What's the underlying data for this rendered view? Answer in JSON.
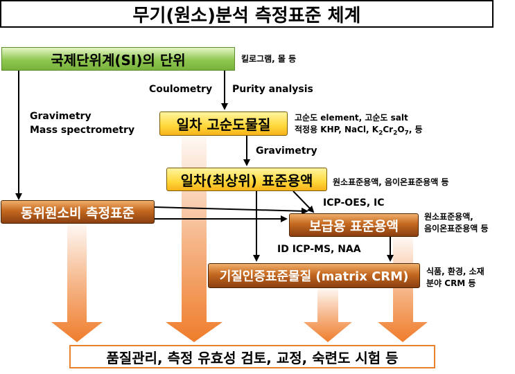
{
  "title": "무기(원소)분석 측정표준 체계",
  "boxes": {
    "si": "국제단위계(SI)의 단위",
    "primary_material": "일차 고순도물질",
    "primary_solution": "일차(최상위) 표준용액",
    "isotope": "동위원소비 측정표준",
    "working_solution": "보급용 표준용액",
    "matrix_crm": "기질인증표준물질 (matrix CRM)",
    "bottom": "품질관리, 측정 유효성 검토, 교정, 숙련도 시험 등"
  },
  "notes": {
    "si": "킬로그램, 몰 등",
    "primary_material_line1": "고순도 element, 고순도 salt",
    "primary_material_line2_a": "적정용 KHP, NaCl, K",
    "primary_material_line2_sub1": "2",
    "primary_material_line2_b": "Cr",
    "primary_material_line2_sub2": "2",
    "primary_material_line2_c": "O",
    "primary_material_line2_sub3": "7",
    "primary_material_line2_d": ", 등",
    "primary_solution": "원소표준용액, 음이온표준용액 등",
    "working_line1": "원소표준용액,",
    "working_line2": "음이온표준용액 등",
    "crm_line1": "식품, 환경, 소재",
    "crm_line2": "분야 CRM 등"
  },
  "labels": {
    "coulometry": "Coulometry",
    "purity": "Purity analysis",
    "gravimetry_left1": "Gravimetry",
    "gravimetry_left2": "Mass spectrometry",
    "gravimetry_mid": "Gravimetry",
    "icp_oes": "ICP-OES, IC",
    "id_icp": "ID ICP-MS, NAA"
  },
  "colors": {
    "green": "#8fc750",
    "yellow": "#ffd83a",
    "brown": "#c46820",
    "orange_arrow": "#ef7d2c"
  }
}
